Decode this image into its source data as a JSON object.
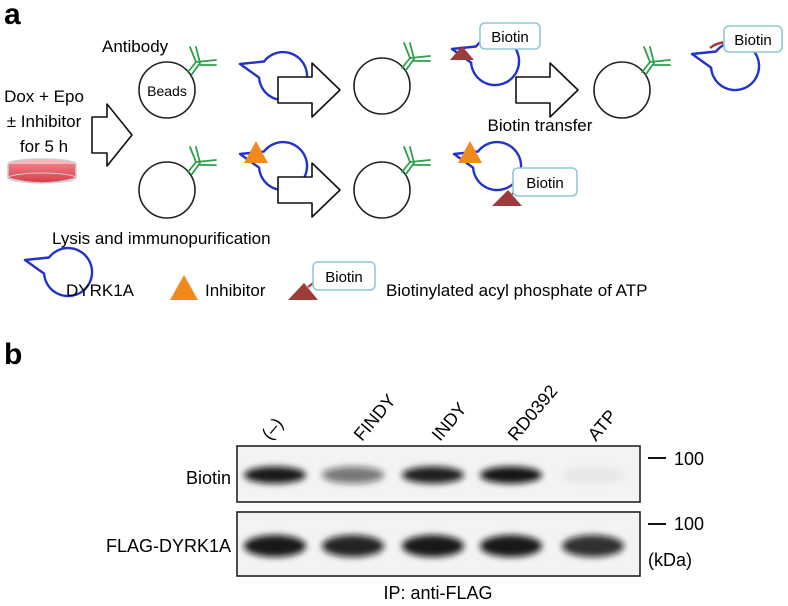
{
  "panel_a": {
    "label": "a",
    "condition_lines": [
      "Dox + Epo",
      "± Inhibitor",
      "for 5 h"
    ],
    "antibody_label": "Antibody",
    "beads_label": "Beads",
    "biotin_label": "Biotin",
    "biotin_transfer_label": "Biotin transfer",
    "lysis_label": "Lysis and immunopurification",
    "legend": {
      "dyrk1a": "DYRK1A",
      "inhibitor": "Inhibitor",
      "biotin_tag": "Biotin",
      "probe": "Biotinylated acyl phosphate of ATP"
    }
  },
  "panel_b": {
    "label": "b",
    "lanes": [
      "(–)",
      "FINDY",
      "INDY",
      "RD0392",
      "ATP"
    ],
    "rows": [
      {
        "name": "Biotin",
        "mw_marker": "100",
        "band_intensity": [
          0.95,
          0.55,
          0.92,
          0.97,
          0.05
        ]
      },
      {
        "name": "FLAG-DYRK1A",
        "mw_marker": "100",
        "band_intensity": [
          0.95,
          0.9,
          0.95,
          0.95,
          0.85
        ]
      }
    ],
    "unit_label": "(kDa)",
    "ip_label": "IP: anti-FLAG"
  },
  "colors": {
    "dyrk1a": "#2233cc",
    "antibody": "#2aa14a",
    "inhibitor": "#f08a1c",
    "probe": "#9e3b3b",
    "tag_border": "#8ec9d3",
    "dish": "#e8505b"
  }
}
